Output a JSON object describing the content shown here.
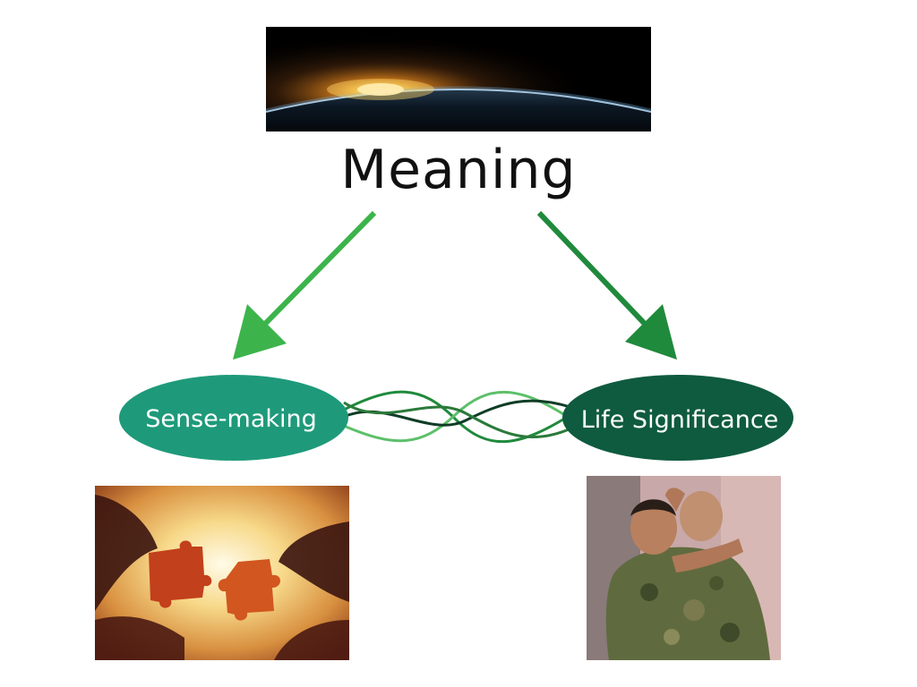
{
  "title": "Meaning",
  "nodes": {
    "left": {
      "label": "Sense-making",
      "color": "#1e9a7a"
    },
    "right": {
      "label": "Life Significance",
      "color": "#0f5b3f"
    }
  },
  "arrows": {
    "left_color": "#3cb44b",
    "right_color": "#1f8a3c"
  },
  "images": {
    "top": "earth-horizon-sunrise",
    "bottom_left": "puzzle-pieces-hands",
    "bottom_right": "soldiers-embracing"
  }
}
